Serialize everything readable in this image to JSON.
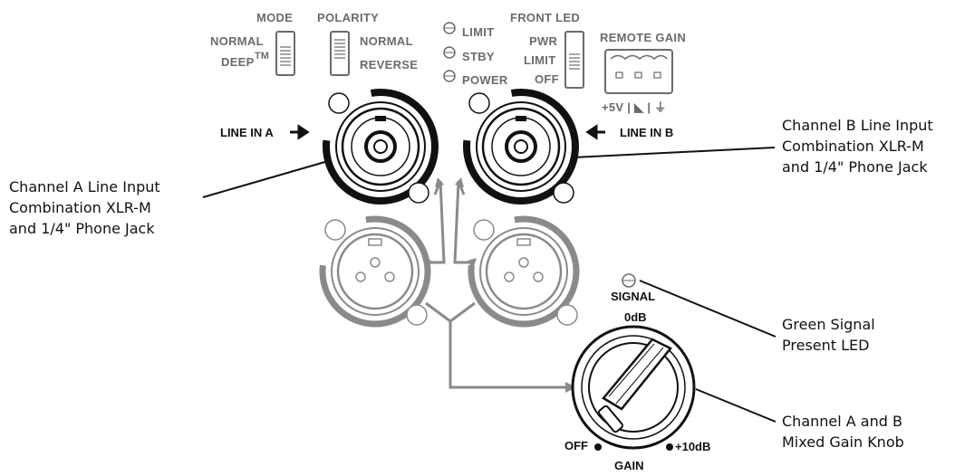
{
  "panel": {
    "mode_title": "MODE",
    "mode_normal": "NORMAL",
    "mode_deep": "DEEP",
    "mode_tm": "TM",
    "polarity_title": "POLARITY",
    "polarity_normal": "NORMAL",
    "polarity_reverse": "REVERSE",
    "led_limit": "LIMIT",
    "led_stby": "STBY",
    "led_power": "POWER",
    "front_led_title": "FRONT LED",
    "front_led_pwr": "PWR",
    "front_led_limit": "LIMIT",
    "front_led_off": "OFF",
    "remote_gain_title": "REMOTE GAIN",
    "remote_gain_pins": "+5V | ◣ | ⏚",
    "line_in_a": "LINE IN A",
    "line_in_b": "LINE IN B",
    "signal": "SIGNAL",
    "gain_0db": "0dB",
    "gain_off": "OFF",
    "gain_plus10": "+10dB",
    "gain_title": "GAIN"
  },
  "callouts": {
    "channel_a": [
      "Channel A Line Input",
      "Combination XLR-M",
      "and 1/4\" Phone Jack"
    ],
    "channel_b": [
      "Channel B Line Input",
      "Combination XLR-M",
      "and 1/4\" Phone Jack"
    ],
    "signal_led": [
      "Green Signal",
      "Present LED"
    ],
    "gain_knob": [
      "Channel A and B",
      "Mixed Gain Knob"
    ]
  },
  "colors": {
    "line": "#111111",
    "grey": "#8a8a8a",
    "light_grey": "#bdbdbd"
  }
}
